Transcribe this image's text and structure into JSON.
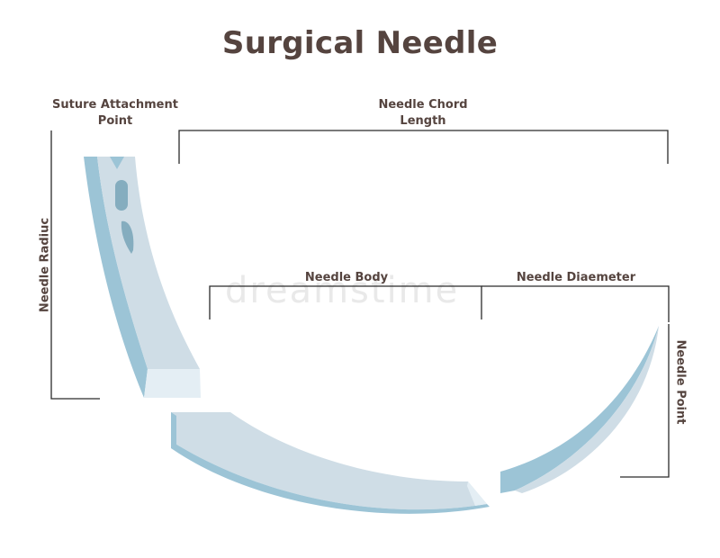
{
  "title": "Surgical Needle",
  "labels": {
    "suture_attachment_line1": "Suture Attachment",
    "suture_attachment_line2": "Point",
    "needle_chord_line1": "Needle Chord",
    "needle_chord_line2": "Length",
    "needle_body": "Needle Body",
    "needle_diameter": "Needle Diaemeter",
    "needle_radius": "Needle Radiuc",
    "needle_point": "Needle Point"
  },
  "watermark": "dreamstime",
  "colors": {
    "title_text": "#55443f",
    "bracket_line": "#2b2b2b",
    "needle_front": "#cfdde6",
    "needle_side": "#9cc4d6",
    "needle_edge": "#e4eef4",
    "eye_fill": "#85adbf"
  }
}
